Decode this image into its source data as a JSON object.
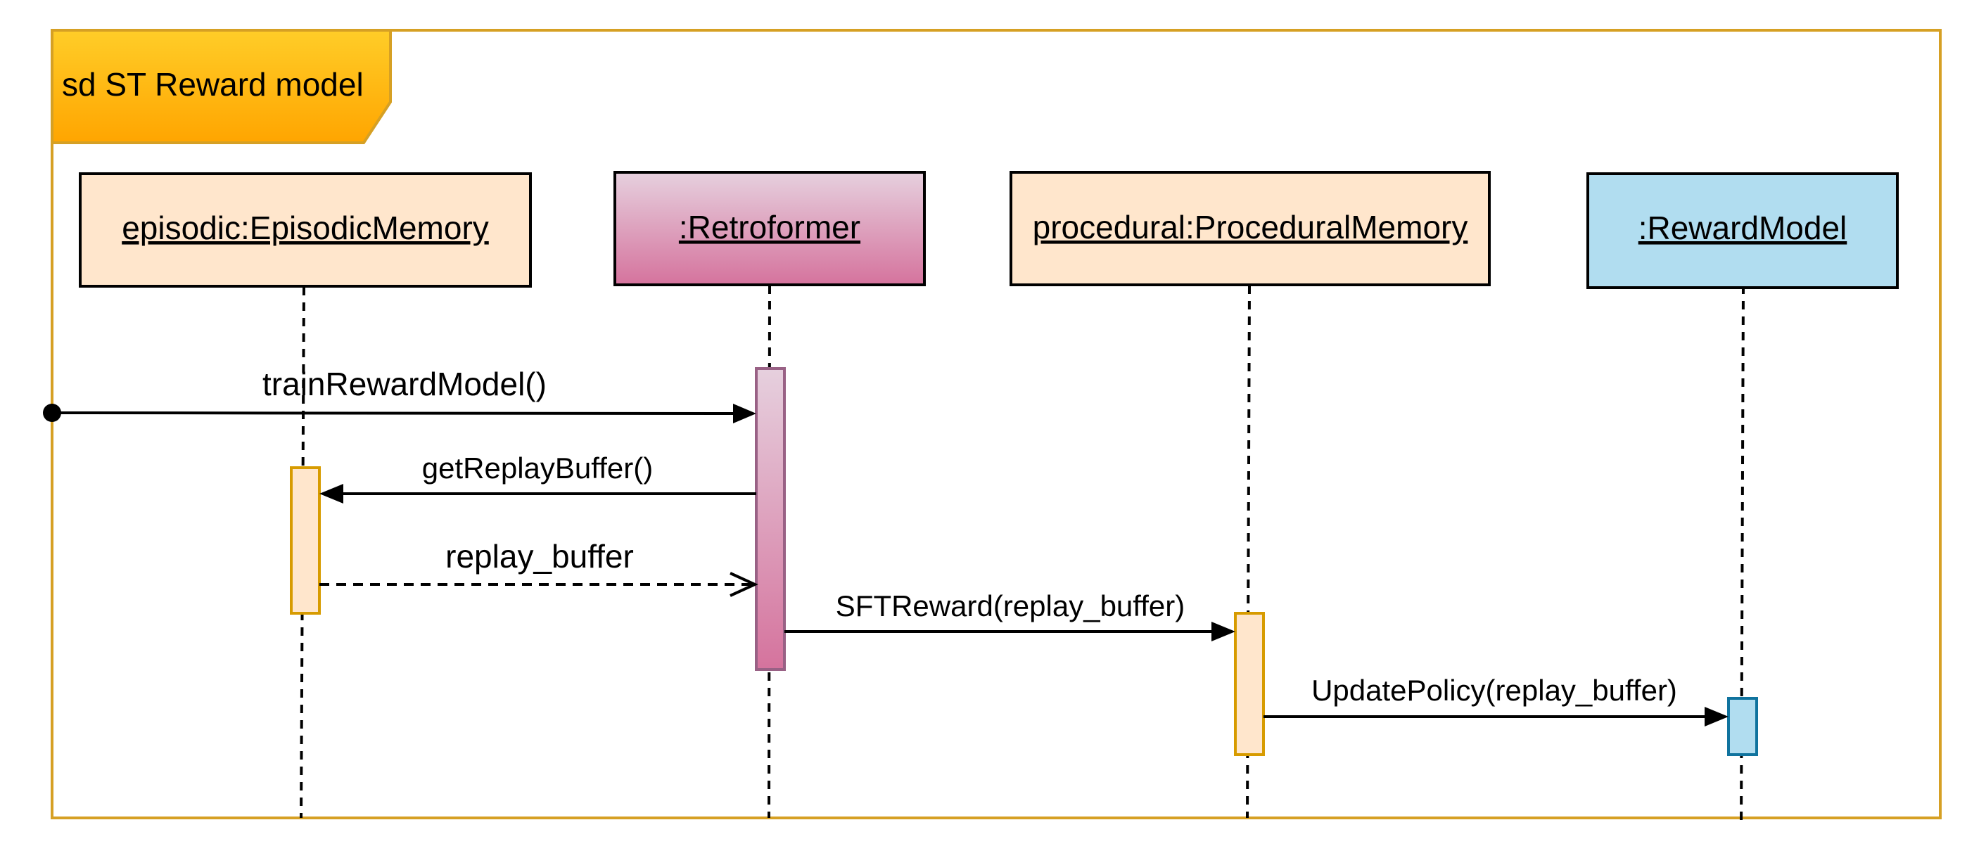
{
  "frame": {
    "label": "sd ST Reward model"
  },
  "lifelines": [
    {
      "id": "episodic",
      "label": "episodic:EpisodicMemory"
    },
    {
      "id": "retroformer",
      "label": ":Retroformer"
    },
    {
      "id": "procedural",
      "label": "procedural:ProceduralMemory"
    },
    {
      "id": "reward",
      "label": ":RewardModel"
    }
  ],
  "messages": [
    {
      "label": "trainRewardModel()",
      "from": "found",
      "to": "retroformer",
      "kind": "sync"
    },
    {
      "label": "getReplayBuffer()",
      "from": "retroformer",
      "to": "episodic",
      "kind": "sync"
    },
    {
      "label": "replay_buffer",
      "from": "episodic",
      "to": "retroformer",
      "kind": "return"
    },
    {
      "label": "SFTReward(replay_buffer)",
      "from": "retroformer",
      "to": "procedural",
      "kind": "sync"
    },
    {
      "label": "UpdatePolicy(replay_buffer)",
      "from": "procedural",
      "to": "reward",
      "kind": "sync"
    }
  ],
  "colors": {
    "frame_border": "#d6a024",
    "frame_tab_top": "#ffcd28",
    "frame_tab_bottom": "#ffa500",
    "peach_fill": "#ffe6cc",
    "peach_stroke": "#d79b00",
    "pink_top": "#e6d0de",
    "pink_bottom": "#d5739d",
    "pink_stroke": "#996185",
    "blue_fill": "#b1ddf0",
    "blue_stroke": "#10739e"
  }
}
